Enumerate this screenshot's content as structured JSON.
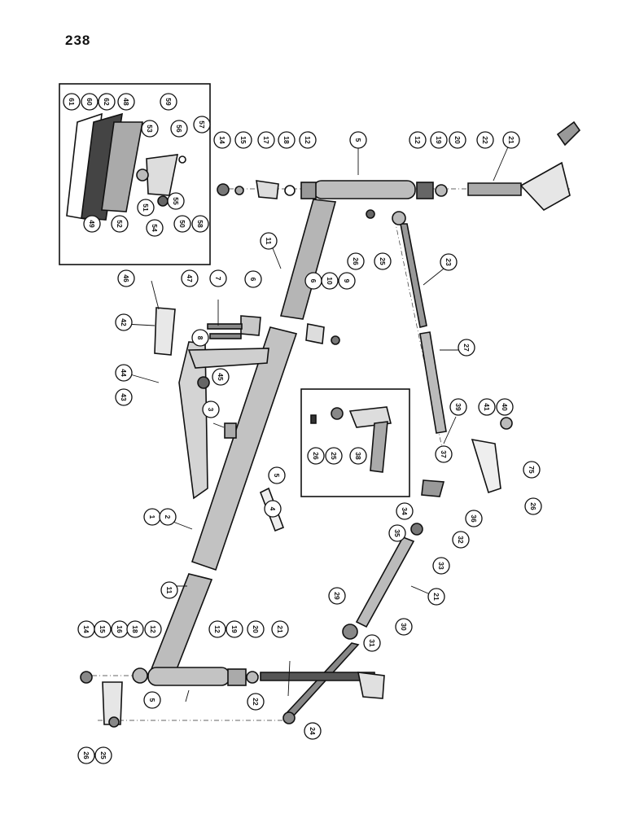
{
  "page_number": "238",
  "colors": {
    "ink": "#111111",
    "tube": "#b9b9b9",
    "dark": "#3a3a3a",
    "paper": "#ffffff"
  },
  "callouts": [
    "61",
    "60",
    "62",
    "48",
    "59",
    "53",
    "56",
    "57",
    "50",
    "49",
    "52",
    "51",
    "55",
    "54",
    "58",
    "14",
    "15",
    "17",
    "18",
    "12",
    "5",
    "12",
    "19",
    "20",
    "22",
    "21",
    "11",
    "26",
    "25",
    "23",
    "46",
    "47",
    "7",
    "6",
    "42",
    "8",
    "6",
    "10",
    "9",
    "44",
    "43",
    "45",
    "3",
    "27",
    "39",
    "41",
    "40",
    "26",
    "25",
    "38",
    "37",
    "36",
    "5",
    "4",
    "34",
    "35",
    "32",
    "33",
    "1",
    "2",
    "11",
    "29",
    "21",
    "30",
    "31",
    "14",
    "15",
    "16",
    "18",
    "12",
    "12",
    "19",
    "20",
    "21",
    "5",
    "22",
    "24",
    "26",
    "25",
    "75",
    "26"
  ]
}
